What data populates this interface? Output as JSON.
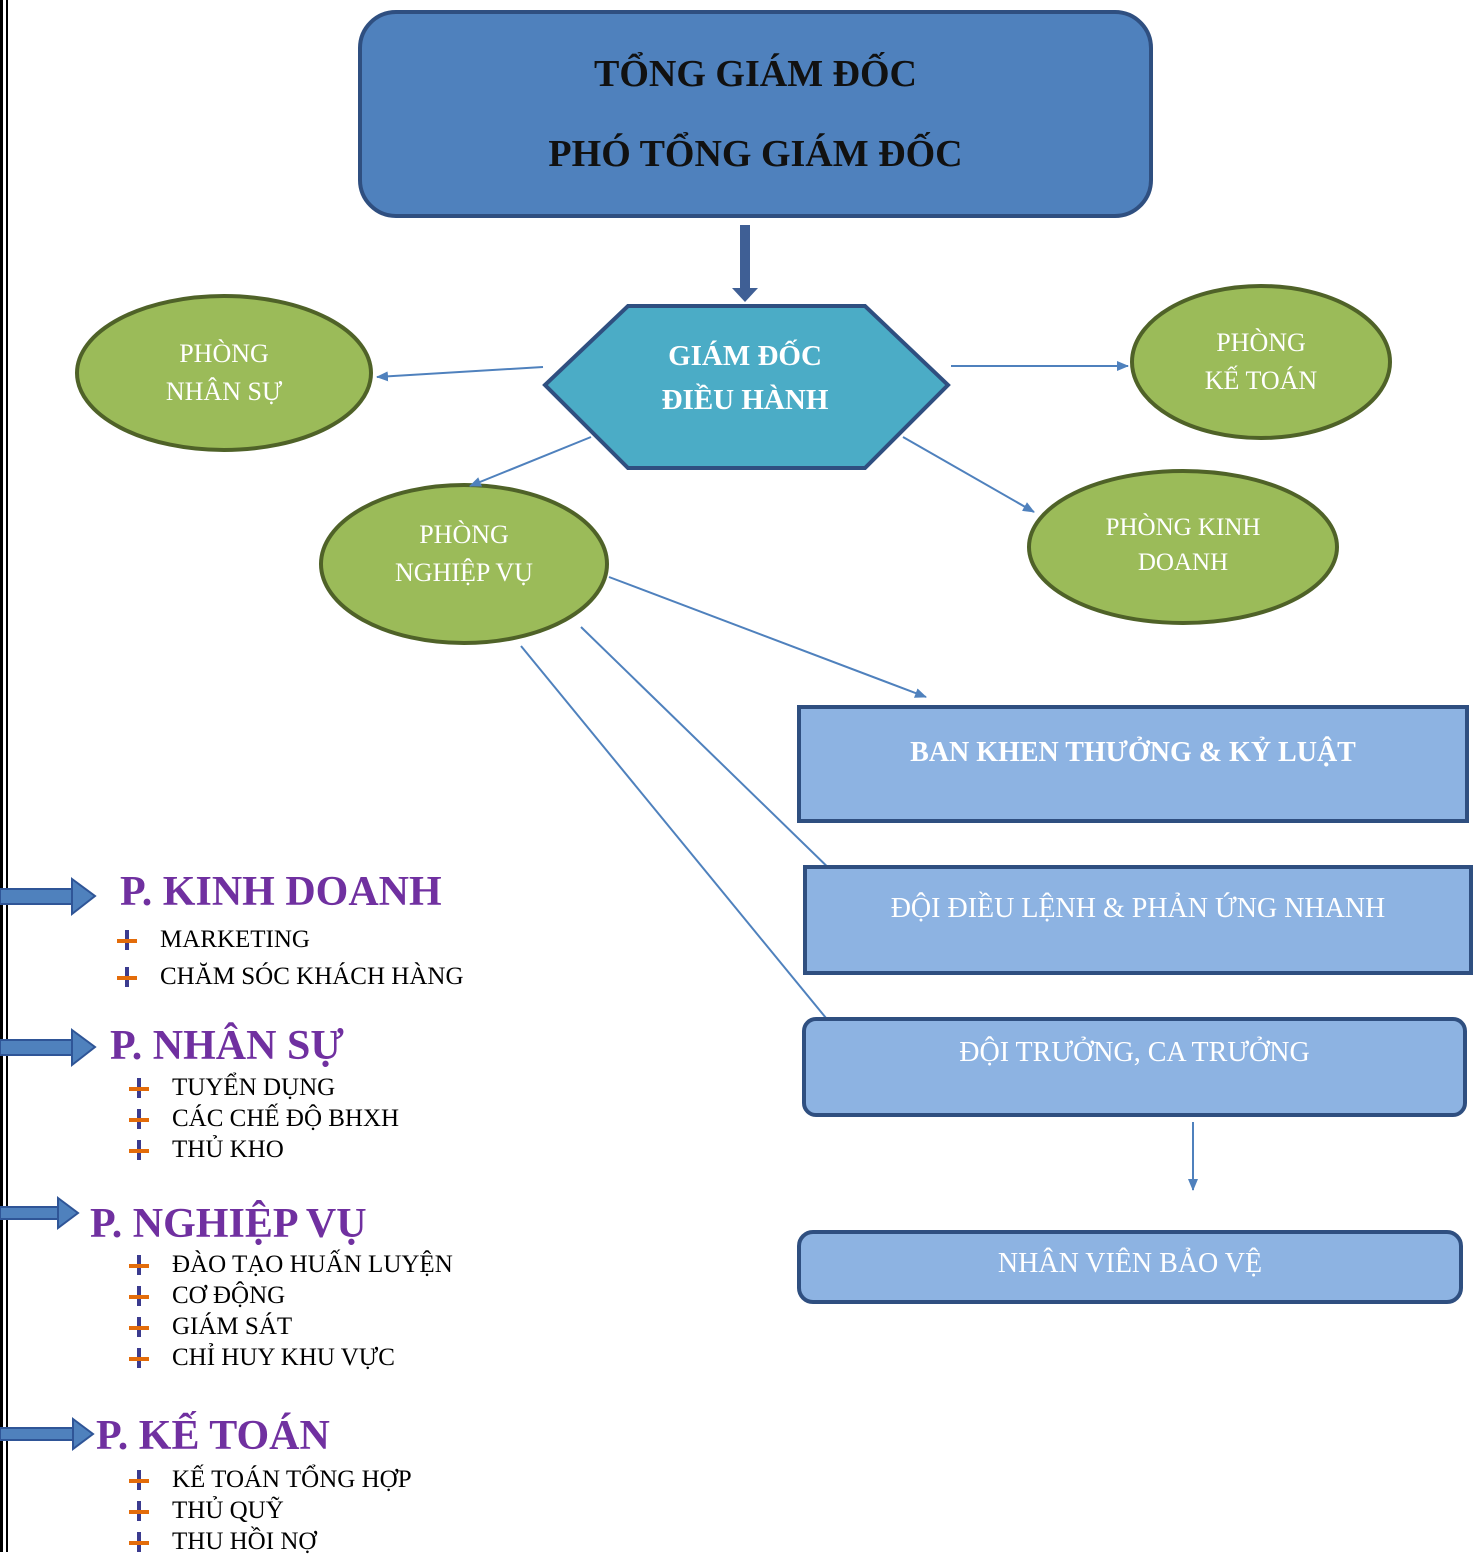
{
  "top_box": {
    "line1": "TỔNG GIÁM ĐỐC",
    "line2": "PHÓ TỔNG GIÁM ĐỐC"
  },
  "executive": {
    "line1": "GIÁM ĐỐC",
    "line2": "ĐIỀU HÀNH"
  },
  "ovals": {
    "hr": {
      "line1": "PHÒNG",
      "line2": "NHÂN SỰ"
    },
    "accounting": {
      "line1": "PHÒNG",
      "line2": "KẾ TOÁN"
    },
    "operations": {
      "line1": "PHÒNG",
      "line2": "NGHIỆP VỤ"
    },
    "sales": {
      "line1": "PHÒNG KINH",
      "line2": "DOANH"
    }
  },
  "units": {
    "discipline": "BAN KHEN THƯỞNG & KỶ LUẬT",
    "rapid": "ĐỘI ĐIỀU LỆNH & PHẢN ỨNG NHANH",
    "captains": "ĐỘI TRƯỞNG, CA TRƯỞNG",
    "guards": "NHÂN VIÊN BẢO VỆ"
  },
  "departments": [
    {
      "title": "P. KINH DOANH",
      "items": [
        "MARKETING",
        "CHĂM SÓC KHÁCH HÀNG"
      ]
    },
    {
      "title": "P. NHÂN SỰ",
      "items": [
        "TUYỂN DỤNG",
        "CÁC CHẾ ĐỘ BHXH",
        "THỦ KHO"
      ]
    },
    {
      "title": "P. NGHIỆP VỤ",
      "items": [
        "ĐÀO TẠO HUẤN LUYỆN",
        "CƠ ĐỘNG",
        "GIÁM SÁT",
        "CHỈ HUY KHU VỰC"
      ]
    },
    {
      "title": "P. KẾ TOÁN",
      "items": [
        "KẾ TOÁN TỔNG HỢP",
        "THỦ QUỸ",
        "THU HỒI NỢ"
      ]
    }
  ],
  "colors": {
    "top_fill": "#4f81bd",
    "hex_fill": "#4bacc6",
    "oval_fill": "#9bbb59",
    "unit_fill": "#8db3e2",
    "dept_title": "#7030a0",
    "connector": "#4f81bd"
  }
}
